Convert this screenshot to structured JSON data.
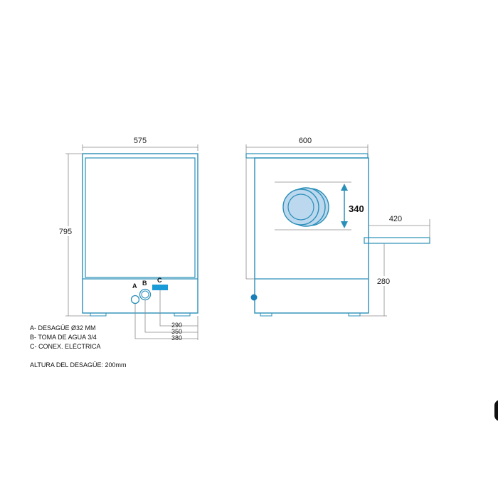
{
  "dimensions": {
    "front_width": "575",
    "front_height": "795",
    "side_depth": "600",
    "basket_height": "340",
    "door_open": "420",
    "door_height": "280",
    "connection_a": "290",
    "connection_b": "350",
    "connection_c": "380"
  },
  "connection_labels": {
    "a": "A",
    "b": "B",
    "c": "C"
  },
  "legend": {
    "items": [
      "A- DESAGÜE Ø32 MM",
      "B- TOMA DE AGUA 3/4",
      "C- CONEX. ELÉCTRICA"
    ],
    "drain_height_note": "ALTURA DEL DESAGÜE: 200mm"
  },
  "colors": {
    "outline": "#2a8fb8",
    "dimension_line": "#8a8a8a",
    "plate_fill": "#bcd8ee",
    "plate_stroke": "#2a8fb8",
    "connector_c": "#1a9ad6",
    "arrow": "#2a8fb8"
  }
}
